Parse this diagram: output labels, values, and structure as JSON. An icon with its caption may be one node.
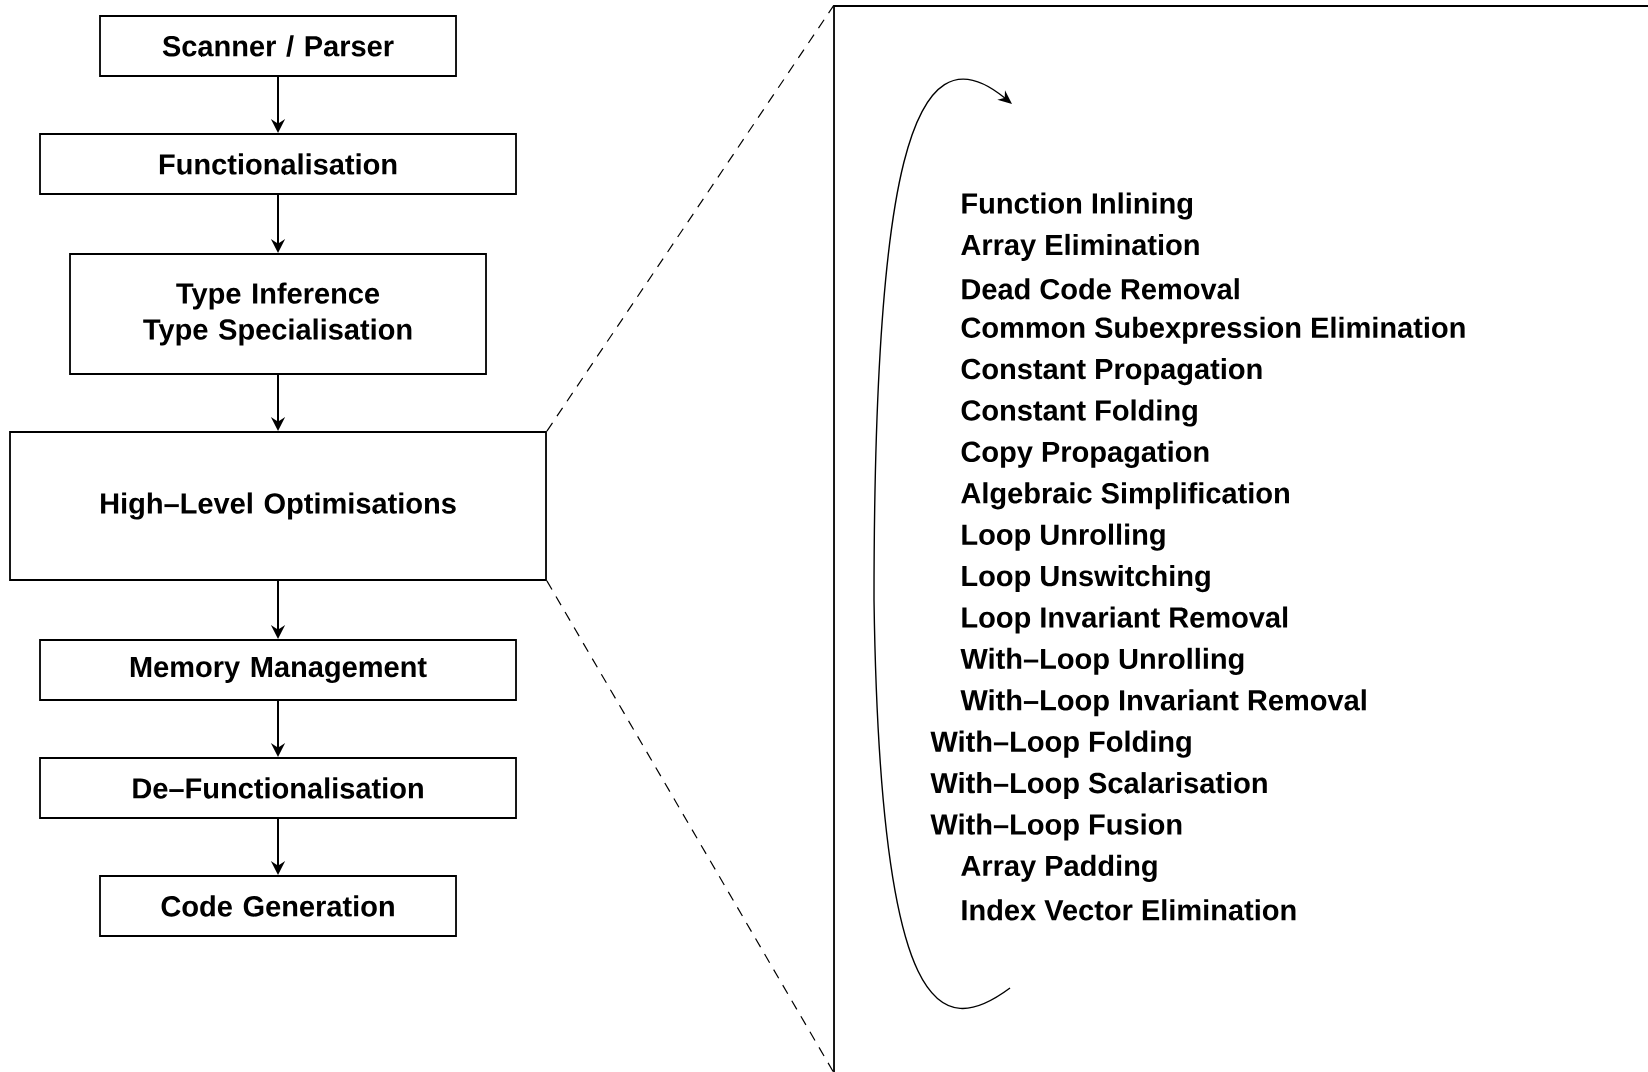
{
  "diagram": {
    "nodes": [
      {
        "text": [
          "Scanner / Parser"
        ]
      },
      {
        "text": [
          "Functionalisation"
        ]
      },
      {
        "text": [
          "Type Inference Type Specialisation"
        ]
      },
      {
        "text": [
          "High–Level Optimisations"
        ]
      },
      {
        "text": [
          "Memory Management"
        ]
      },
      {
        "text": [
          "De–Functionalisation"
        ]
      },
      {
        "text": [
          "Code Generation"
        ]
      },
      {
        "text": [],
        "shape": "box"
      }
    ],
    "edges": [
      {
        "from": 0,
        "to": 1,
        "arrow": "to"
      },
      {
        "from": 1,
        "to": 2,
        "arrow": "to"
      },
      {
        "from": 2,
        "to": 3,
        "arrow": "to"
      },
      {
        "from": 3,
        "to": 4,
        "arrow": "to"
      },
      {
        "from": 4,
        "to": 5,
        "arrow": "to"
      },
      {
        "from": 5,
        "to": 6,
        "arrow": "to"
      },
      {
        "from": 3,
        "to": 7,
        "arrow": "none",
        "style": "dashed"
      },
      {
        "from": 3,
        "to": 7,
        "arrow": "none",
        "style": "dashed"
      }
    ],
    "labels": [
      "Function Inlining",
      "Array Elimination",
      "Dead Code Removal",
      "Common Subexpression Elimination",
      "Constant Propagation",
      "Constant Folding",
      "Copy Propagation",
      "Algebraic Simplification",
      "Loop Unrolling",
      "Loop Unswitching",
      "Loop Invariant Removal",
      "With–Loop Unrolling",
      "With–Loop Invariant Removal",
      "With–Loop Folding",
      "With–Loop Scalarisation",
      "With–Loop Fusion",
      "Array Padding",
      "Index Vector Elimination"
    ]
  }
}
